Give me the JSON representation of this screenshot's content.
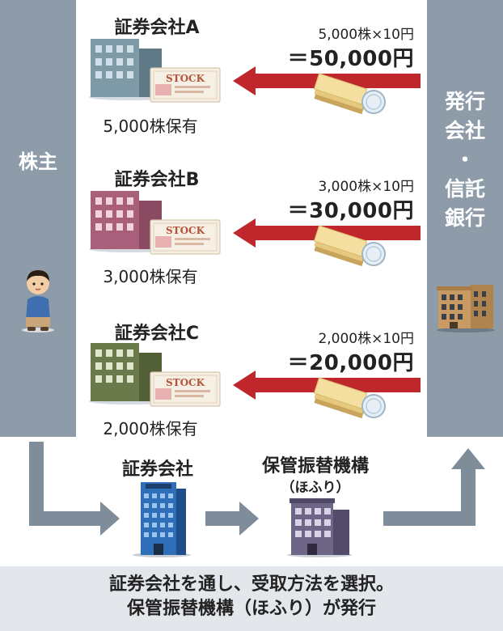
{
  "shareholder": {
    "label": "株主"
  },
  "issuer": {
    "line1": "発行",
    "line2": "会社",
    "line3": "・",
    "line4": "信託",
    "line5": "銀行"
  },
  "rows": [
    {
      "company": "証券会社A",
      "calc": "5,000株×10円",
      "total": "＝50,000円",
      "holding": "5,000株保有",
      "building_color": "#7d9aa6",
      "stock_label": "STOCK"
    },
    {
      "company": "証券会社B",
      "calc": "3,000株×10円",
      "total": "＝30,000円",
      "holding": "3,000株保有",
      "building_color": "#a8607a",
      "stock_label": "STOCK"
    },
    {
      "company": "証券会社C",
      "calc": "2,000株×10円",
      "total": "＝20,000円",
      "holding": "2,000株保有",
      "building_color": "#6b7a4a",
      "stock_label": "STOCK"
    }
  ],
  "flow": {
    "securities_company": "証券会社",
    "clearing": "保管振替機構",
    "clearing_sub": "（ほふり）"
  },
  "footer": {
    "line1": "証券会社を通し、受取方法を選択。",
    "line2": "保管振替機構（ほふり）が発行"
  },
  "colors": {
    "column": "#8e9caa",
    "arrow_red": "#c0272d",
    "flow_arrow": "#7f8d9b"
  }
}
